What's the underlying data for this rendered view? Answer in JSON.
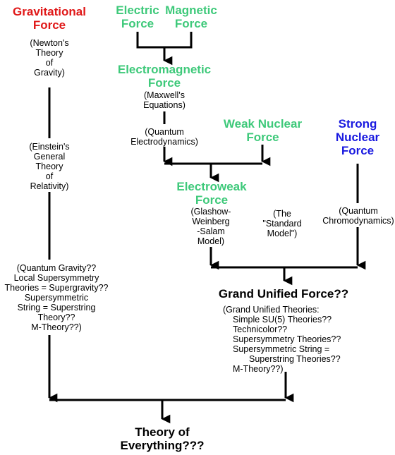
{
  "colors": {
    "gravity": "#e01818",
    "electroweak_family": "#3ec97a",
    "strong": "#1a1ae0",
    "unified": "#000000"
  },
  "nodes": {
    "gravitational_force": [
      "Gravitational",
      "Force"
    ],
    "electric_force": [
      "Electric",
      "Force"
    ],
    "magnetic_force": [
      "Magnetic",
      "Force"
    ],
    "electromagnetic_force": [
      "Electromagnetic",
      "Force"
    ],
    "weak_nuclear_force": [
      "Weak Nuclear",
      "Force"
    ],
    "strong_nuclear_force": [
      "Strong",
      "Nuclear",
      "Force"
    ],
    "electroweak_force": [
      "Electroweak",
      "Force"
    ],
    "grand_unified_force": [
      "Grand Unified Force??"
    ],
    "theory_of_everything": [
      "Theory of",
      "Everything???"
    ]
  },
  "notes": {
    "newton": [
      "(Newton's",
      "Theory",
      "of",
      "Gravity)"
    ],
    "einstein": [
      "(Einstein's",
      "General",
      "Theory",
      "of",
      "Relativity)"
    ],
    "maxwell": [
      "(Maxwell's",
      "Equations)"
    ],
    "qed": [
      "(Quantum",
      "Electrodynamics)"
    ],
    "glashow": [
      "(Glashow-",
      "Weinberg",
      "-Salam",
      "Model)"
    ],
    "standard_model": [
      "(The",
      "\"Standard",
      "Model\")"
    ],
    "qcd": [
      "(Quantum",
      "Chromodynamics)"
    ],
    "quantum_gravity": [
      "(Quantum Gravity??",
      "Local Supersymmetry",
      "Theories = Supergravity??",
      "Supersymmetric",
      "String = Superstring",
      "Theory??",
      "M-Theory??)"
    ],
    "gut_title": "(Grand Unified Theories:",
    "gut_items": [
      "Simple SU(5) Theories??",
      "Technicolor??",
      "Supersymmetry Theories??",
      "Supersymmetric String =",
      "Superstring Theories??",
      "M-Theory??)"
    ]
  }
}
